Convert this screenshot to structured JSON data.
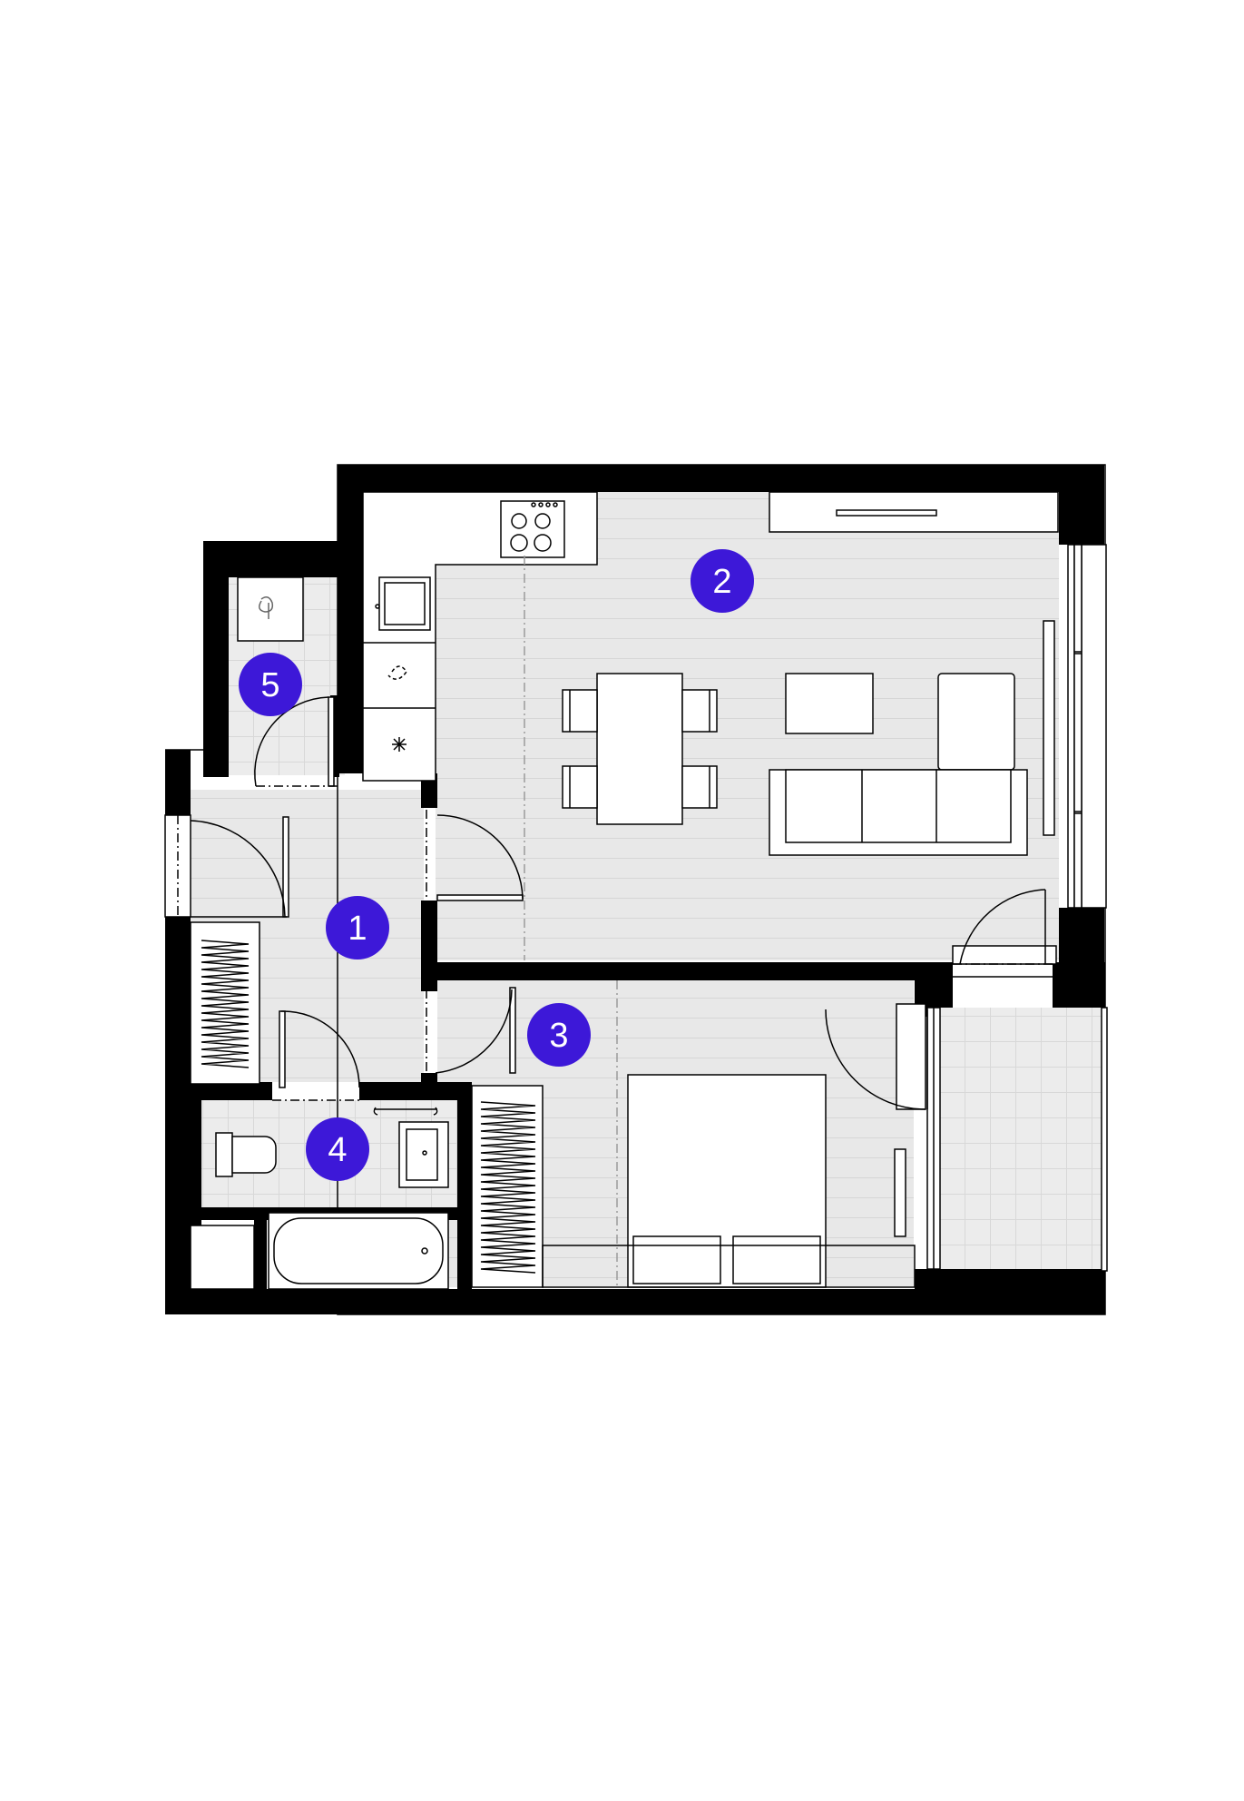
{
  "plan": {
    "accent_color": "#3d18d8",
    "wall_color": "#000000",
    "floor_color": "#e8e8e8",
    "rooms": [
      {
        "number": "1"
      },
      {
        "number": "2"
      },
      {
        "number": "3"
      },
      {
        "number": "4"
      },
      {
        "number": "5"
      }
    ]
  }
}
